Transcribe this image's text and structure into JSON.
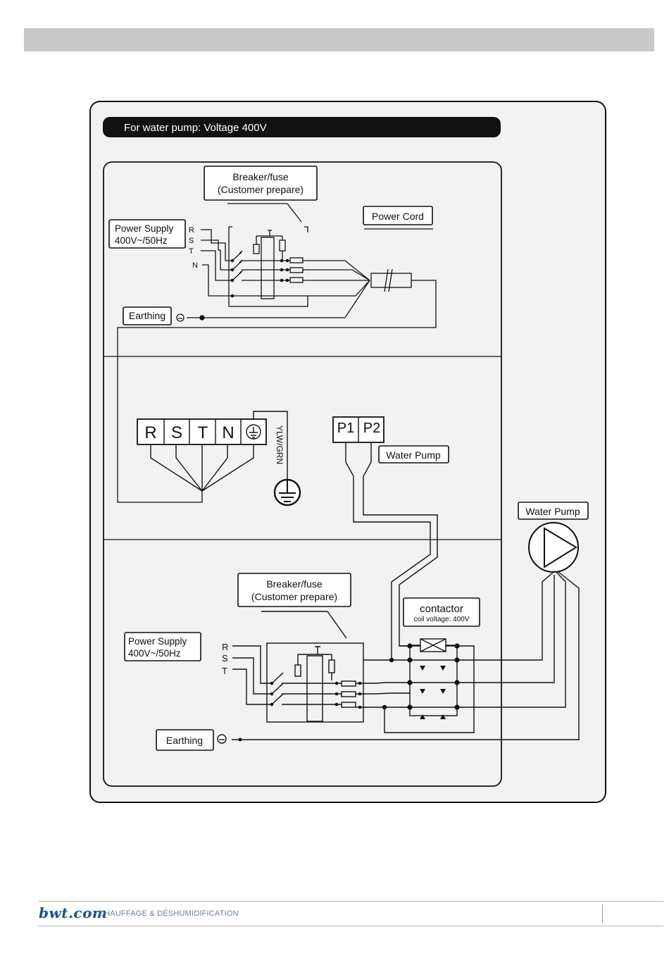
{
  "diagram": {
    "title": "For water pump: Voltage 400V",
    "top": {
      "breaker_line1": "Breaker/fuse",
      "breaker_line2": "(Customer prepare)",
      "power_cord": "Power Cord",
      "power_supply_line1": "Power Supply",
      "power_supply_line2": "400V~/50Hz",
      "phase_r": "R",
      "phase_s": "S",
      "phase_t": "T",
      "neutral_n": "N",
      "earthing": "Earthing"
    },
    "middle": {
      "terminals": [
        "R",
        "S",
        "T",
        "N"
      ],
      "ground_wire": "YLW/GRN",
      "pump_terminals": [
        "P1",
        "P2"
      ],
      "water_pump": "Water Pump"
    },
    "bottom": {
      "water_pump": "Water Pump",
      "breaker_line1": "Breaker/fuse",
      "breaker_line2": "(Customer prepare)",
      "contactor": "contactor",
      "coil_voltage": "coil voltage:  400V",
      "power_supply_line1": "Power Supply",
      "power_supply_line2": "400V~/50Hz",
      "phase_r": "R",
      "phase_s": "S",
      "phase_t": "T",
      "earthing": "Earthing"
    }
  },
  "footer": {
    "brand": "bwt.com",
    "tagline": "CHAUFFAGE & DÉSHUMIDIFICATION"
  }
}
